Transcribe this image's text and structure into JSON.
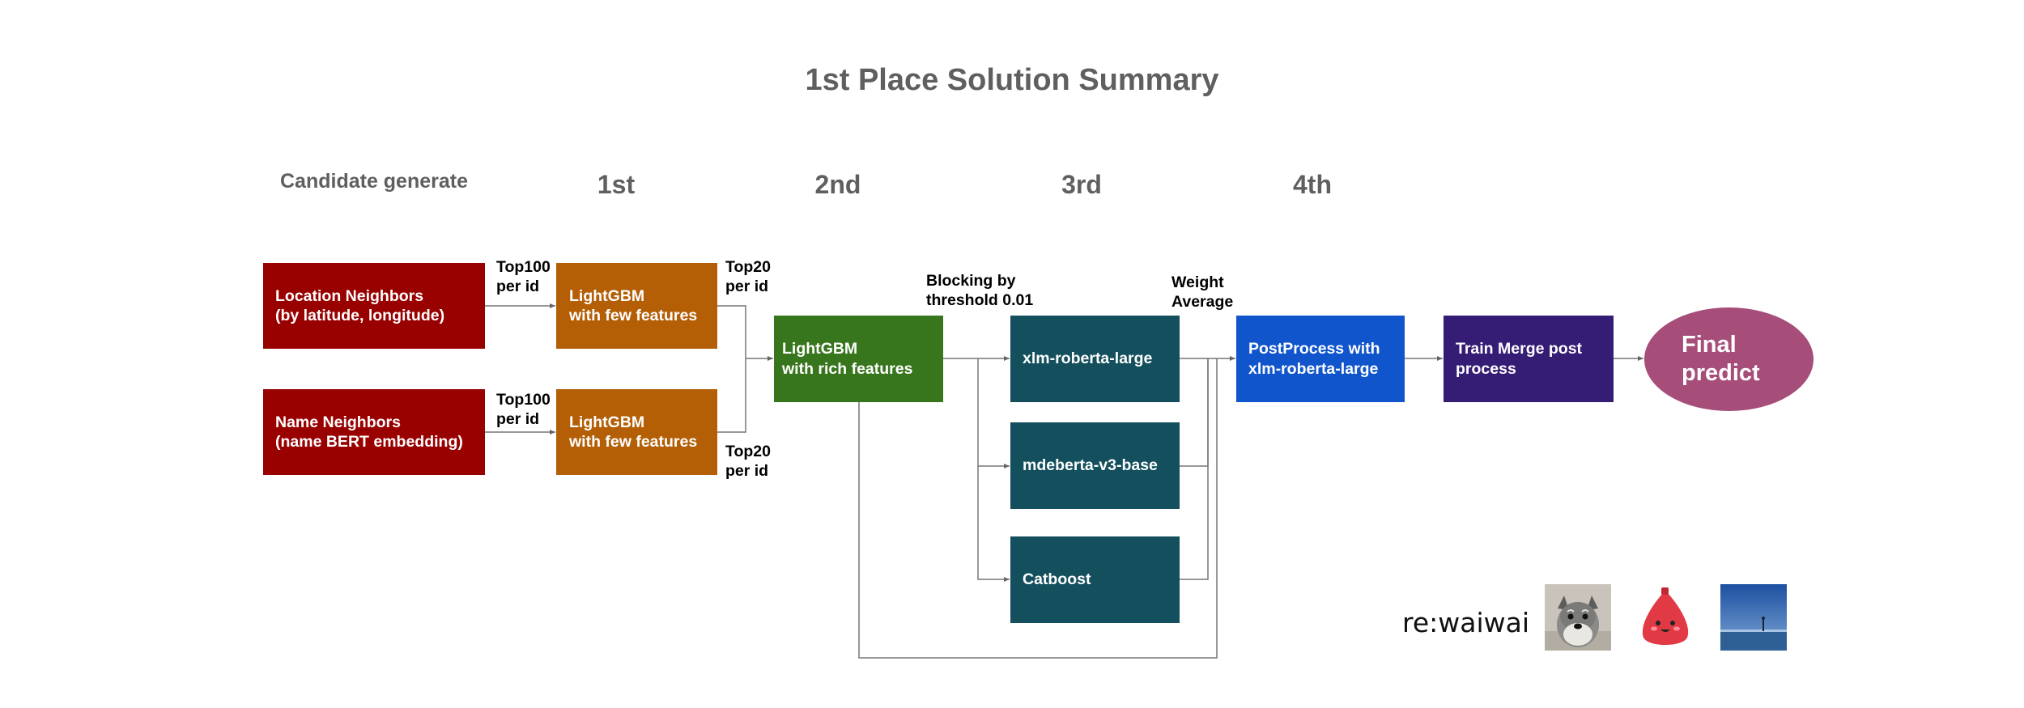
{
  "title": "1st Place Solution Summary",
  "stages": {
    "candidate": "Candidate generate",
    "first": "1st",
    "second": "2nd",
    "third": "3rd",
    "fourth": "4th"
  },
  "boxes": {
    "location_neighbors": [
      "Location Neighbors",
      "(by latitude, longitude)"
    ],
    "name_neighbors": [
      "Name Neighbors",
      "(name BERT embedding)"
    ],
    "lgbm_few_1": [
      "LightGBM",
      "with few features"
    ],
    "lgbm_few_2": [
      "LightGBM",
      "with few features"
    ],
    "lgbm_rich": [
      "LightGBM",
      "with rich features"
    ],
    "xlm_roberta": [
      "xlm-roberta-large"
    ],
    "mdeberta": [
      "mdeberta-v3-base"
    ],
    "catboost": [
      "Catboost"
    ],
    "postprocess": [
      "PostProcess with",
      "xlm-roberta-large"
    ],
    "train_merge": [
      "Train Merge post",
      "process"
    ],
    "final": [
      "Final",
      "predict"
    ]
  },
  "edge_labels": {
    "top100_a": [
      "Top100",
      "per id"
    ],
    "top100_b": [
      "Top100",
      "per id"
    ],
    "top20_a": [
      "Top20",
      "per id"
    ],
    "top20_b": [
      "Top20",
      "per id"
    ],
    "blocking": [
      "Blocking by",
      "threshold 0.01"
    ],
    "weight": [
      "Weight",
      "Average"
    ]
  },
  "brand": "re:waiwai",
  "colors": {
    "candidate": "#990000",
    "first_stage": "#b45f06",
    "second_stage": "#38761d",
    "third_stage": "#134f5c",
    "postprocess": "#1155cc",
    "train_merge": "#351c75",
    "final": "#a64d79",
    "title_text": "#5f5f5f",
    "connector": "#666666"
  },
  "icons": [
    "schnauzer-dog-photo-icon",
    "red-plush-mascot-icon",
    "blue-sky-landscape-photo-icon"
  ]
}
